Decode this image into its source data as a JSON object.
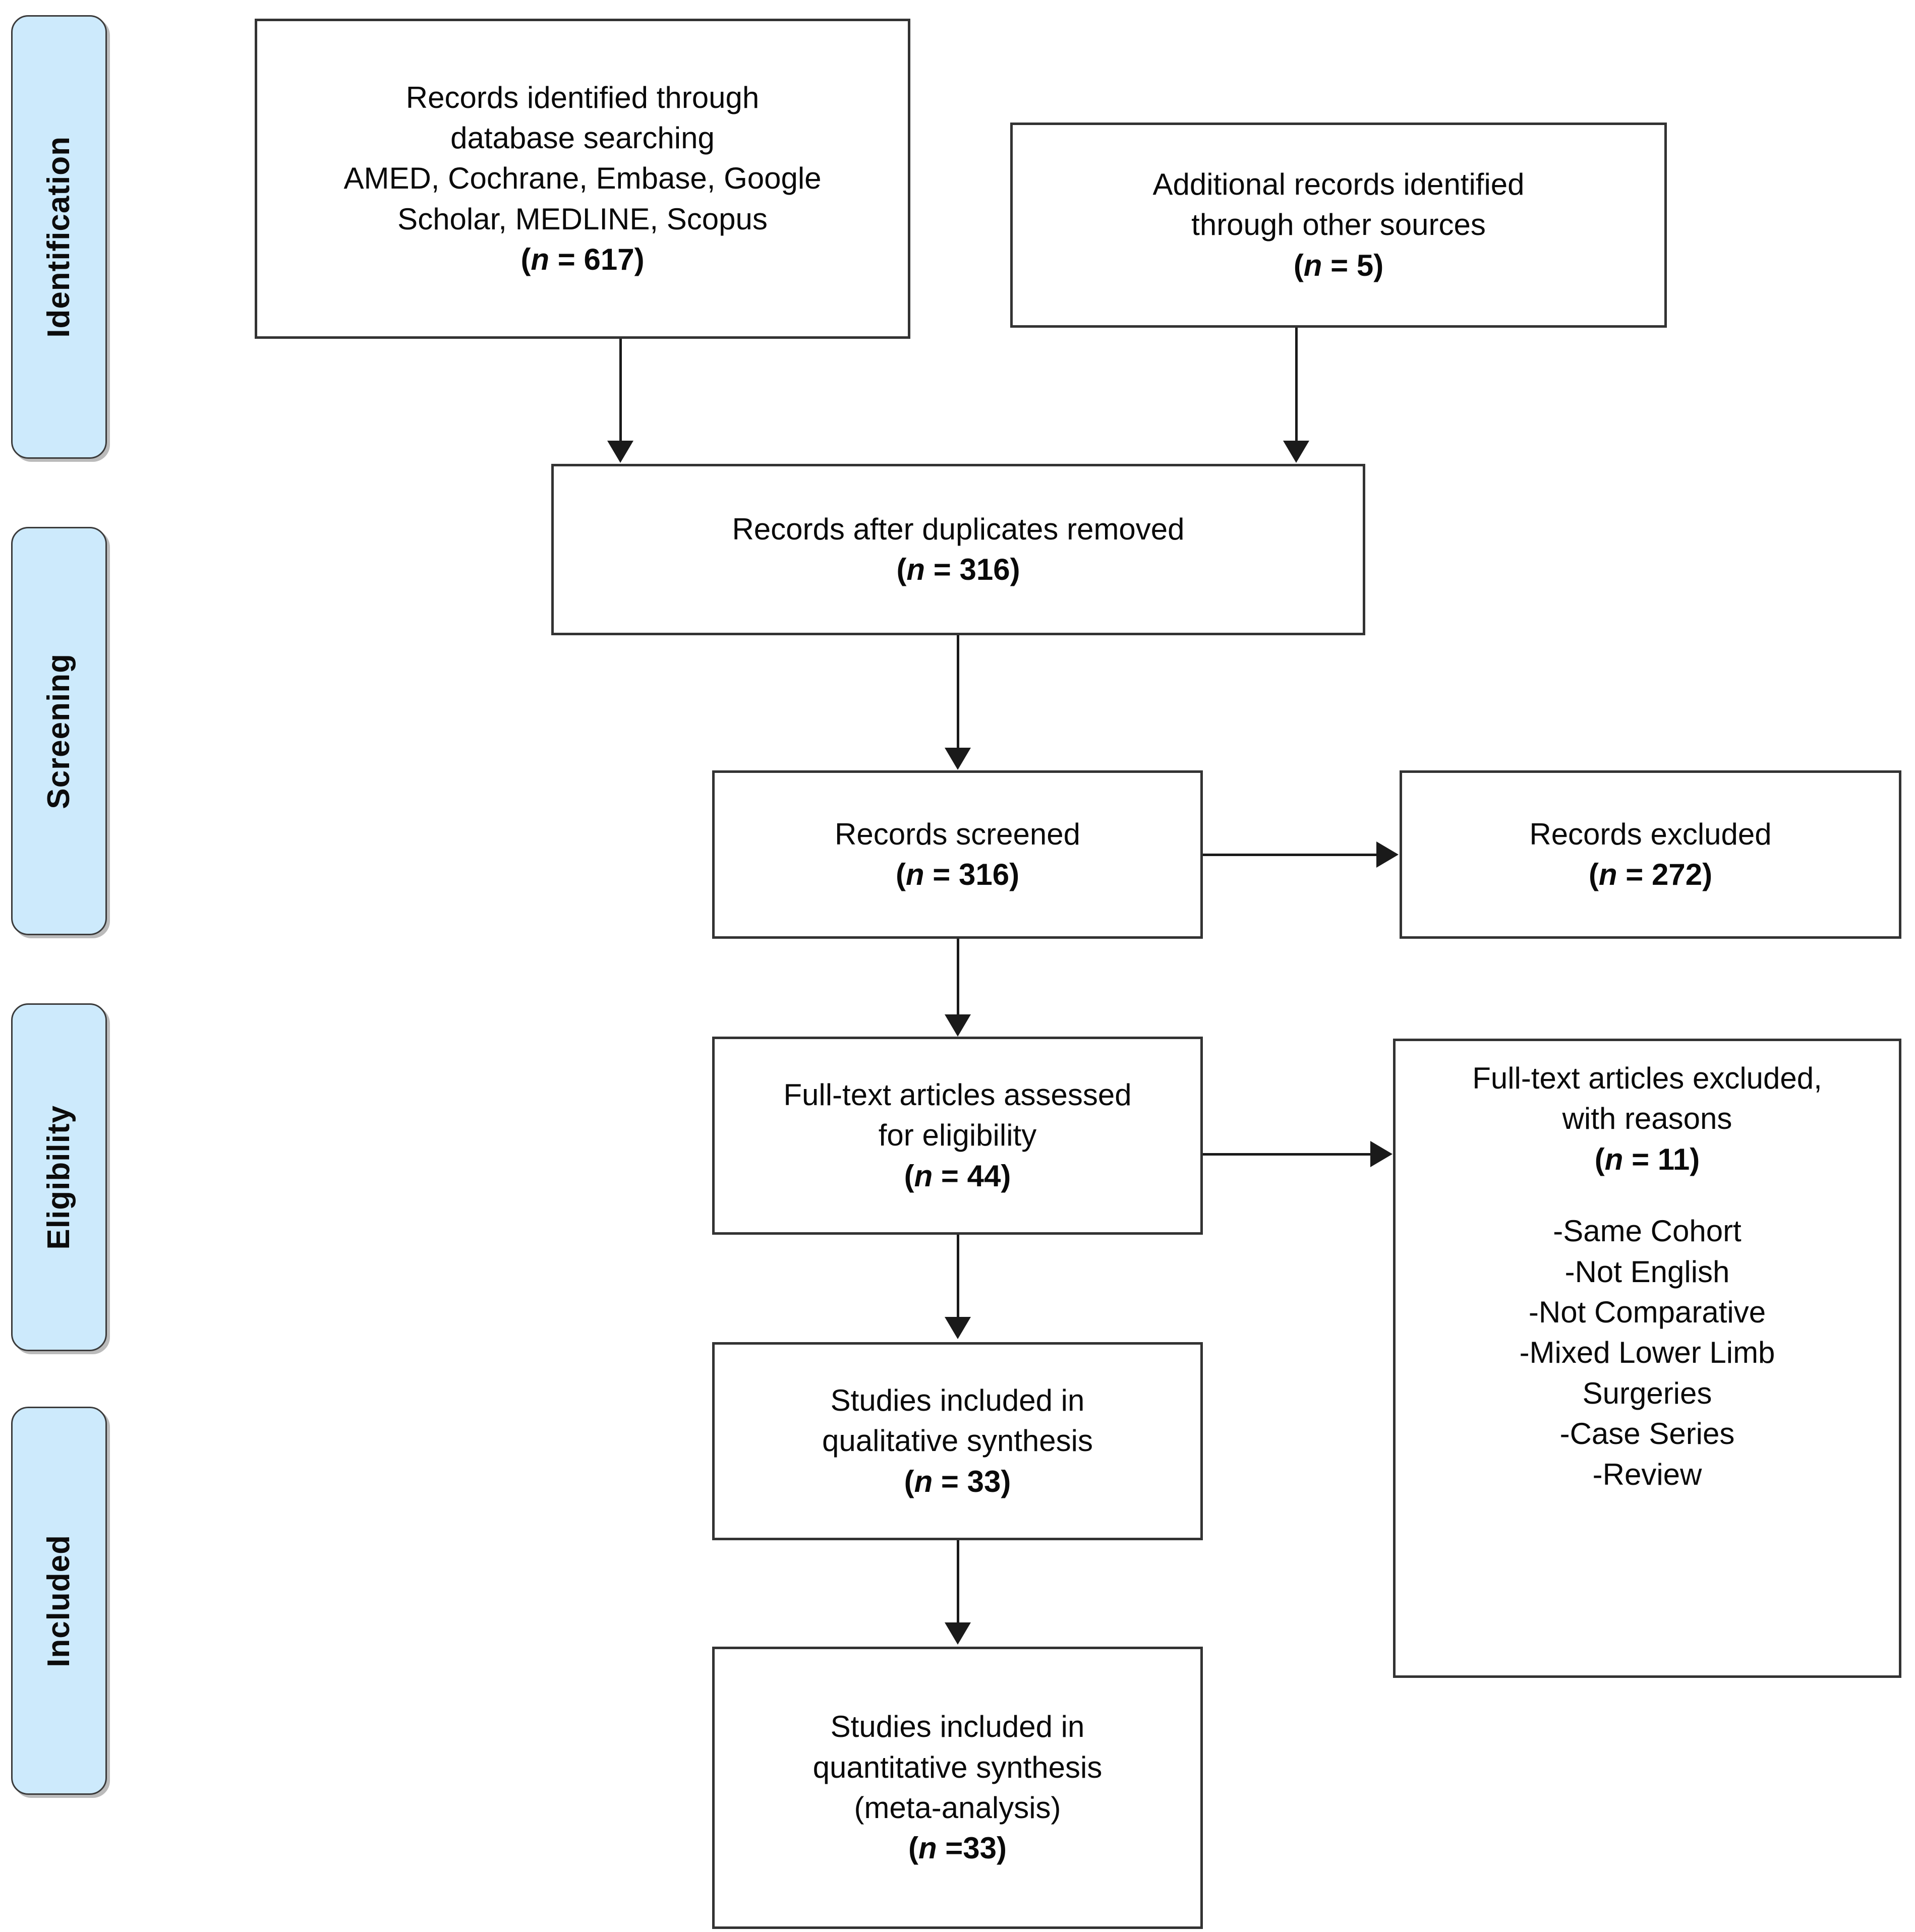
{
  "diagram": {
    "title": "PRISMA flow diagram",
    "accent_color": "#cdeafc",
    "border_color": "#333333",
    "line_color": "#1a1a1a"
  },
  "phases": [
    {
      "id": "identification",
      "label": "Identification"
    },
    {
      "id": "screening",
      "label": "Screening"
    },
    {
      "id": "eligibility",
      "label": "Eligibility"
    },
    {
      "id": "included",
      "label": "Included"
    }
  ],
  "boxes": {
    "records_identified": {
      "line1": "Records identified through",
      "line2": "database searching",
      "line3": "AMED, Cochrane, Embase, Google",
      "line4": "Scholar, MEDLINE, Scopus",
      "count_prefix": "(",
      "count_n": "n",
      "count_value": " = 617)"
    },
    "additional_records": {
      "line1": "Additional records identified",
      "line2": "through other sources",
      "count_prefix": "(",
      "count_n": "n",
      "count_value": " = 5)"
    },
    "duplicates_removed": {
      "line1": "Records after duplicates removed",
      "count_prefix": "(",
      "count_n": "n",
      "count_value": " = 316)"
    },
    "records_screened": {
      "line1": "Records screened",
      "count_prefix": "(",
      "count_n": "n",
      "count_value": " = 316)"
    },
    "records_excluded": {
      "line1": "Records excluded",
      "count_prefix": "(",
      "count_n": "n",
      "count_value": " = 272)"
    },
    "fulltext_assessed": {
      "line1": "Full-text articles assessed",
      "line2": "for eligibility",
      "count_prefix": "(",
      "count_n": "n",
      "count_value": " = 44)"
    },
    "fulltext_excluded": {
      "line1": "Full-text articles excluded,",
      "line2": "with reasons",
      "count_prefix": "(",
      "count_n": "n",
      "count_value": " = 11)",
      "reasons": [
        "-Same Cohort",
        "-Not English",
        "-Not Comparative",
        "-Mixed Lower Limb",
        "Surgeries",
        "-Case Series",
        "-Review"
      ]
    },
    "qualitative_synthesis": {
      "line1": "Studies included in",
      "line2": "qualitative synthesis",
      "count_prefix": "(",
      "count_n": "n",
      "count_value": " = 33)"
    },
    "quantitative_synthesis": {
      "line1": "Studies included in",
      "line2": "quantitative synthesis",
      "line3": "(meta-analysis)",
      "count_prefix": "(",
      "count_n": "n",
      "count_value": " =33)"
    }
  },
  "chart_data": {
    "type": "diagram",
    "title": "PRISMA flow diagram",
    "nodes": [
      {
        "id": "records_identified",
        "phase": "Identification",
        "n": 617
      },
      {
        "id": "additional_records",
        "phase": "Identification",
        "n": 5
      },
      {
        "id": "duplicates_removed",
        "phase": "Screening",
        "n": 316
      },
      {
        "id": "records_screened",
        "phase": "Screening",
        "n": 316
      },
      {
        "id": "records_excluded",
        "phase": "Screening",
        "n": 272
      },
      {
        "id": "fulltext_assessed",
        "phase": "Eligibility",
        "n": 44
      },
      {
        "id": "fulltext_excluded",
        "phase": "Eligibility",
        "n": 11
      },
      {
        "id": "qualitative_synthesis",
        "phase": "Included",
        "n": 33
      },
      {
        "id": "quantitative_synthesis",
        "phase": "Included",
        "n": 33
      }
    ],
    "edges": [
      {
        "from": "records_identified",
        "to": "duplicates_removed"
      },
      {
        "from": "additional_records",
        "to": "duplicates_removed"
      },
      {
        "from": "duplicates_removed",
        "to": "records_screened"
      },
      {
        "from": "records_screened",
        "to": "records_excluded"
      },
      {
        "from": "records_screened",
        "to": "fulltext_assessed"
      },
      {
        "from": "fulltext_assessed",
        "to": "fulltext_excluded"
      },
      {
        "from": "fulltext_assessed",
        "to": "qualitative_synthesis"
      },
      {
        "from": "qualitative_synthesis",
        "to": "quantitative_synthesis"
      }
    ]
  }
}
